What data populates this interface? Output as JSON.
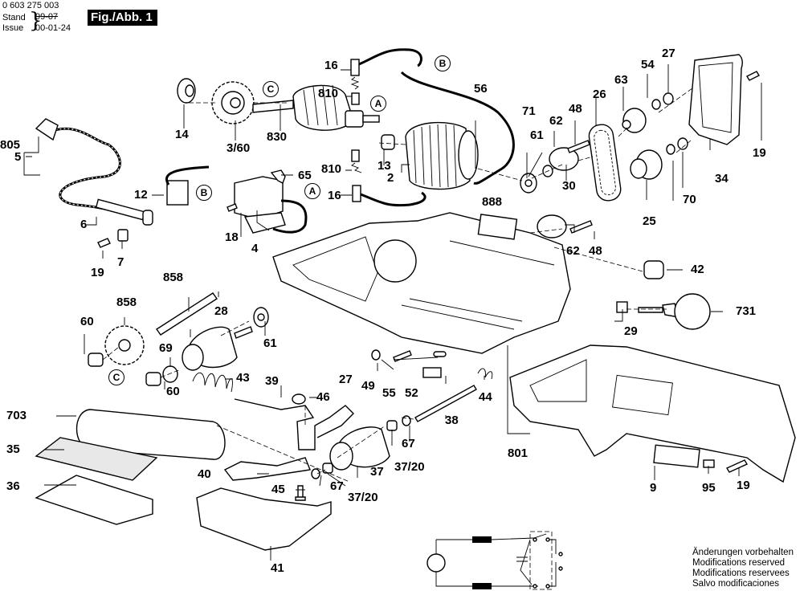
{
  "header": {
    "document_number": "0 603 275 003",
    "stand_label": "Stand",
    "issue_label": "Issue",
    "stand_value": "99-07",
    "issue_value": "00-01-24",
    "figure_label": "Fig./Abb. 1"
  },
  "reference_markers": [
    "A",
    "B",
    "C"
  ],
  "part_labels": [
    {
      "id": "16",
      "part": "brush holder (upper)"
    },
    {
      "id": "810",
      "part": "carbon brush (upper)"
    },
    {
      "id": "14",
      "part": "ball bearing"
    },
    {
      "id": "3/60",
      "part": "fan"
    },
    {
      "id": "830",
      "part": "armature"
    },
    {
      "id": "56",
      "part": "cable"
    },
    {
      "id": "71",
      "part": "cable"
    },
    {
      "id": "13",
      "part": "bearing sleeve"
    },
    {
      "id": "810",
      "part": "carbon brush (lower)"
    },
    {
      "id": "2",
      "part": "field"
    },
    {
      "id": "16",
      "part": "brush holder (lower)"
    },
    {
      "id": "805",
      "part": "power cord"
    },
    {
      "id": "5",
      "part": "cable with plug"
    },
    {
      "id": "12",
      "part": "suppressor capacitor"
    },
    {
      "id": "65",
      "part": "switch lever"
    },
    {
      "id": "18",
      "part": "screw"
    },
    {
      "id": "4",
      "part": "switch"
    },
    {
      "id": "6",
      "part": "cable sleeve"
    },
    {
      "id": "19",
      "part": "screw"
    },
    {
      "id": "7",
      "part": "cable clamp"
    },
    {
      "id": "61",
      "part": "ball bearing"
    },
    {
      "id": "62",
      "part": "bearing flange"
    },
    {
      "id": "30",
      "part": "washer"
    },
    {
      "id": "888",
      "part": "label"
    },
    {
      "id": "48",
      "part": "screw"
    },
    {
      "id": "26",
      "part": "toothed belt"
    },
    {
      "id": "63",
      "part": "pulley"
    },
    {
      "id": "54",
      "part": "washer"
    },
    {
      "id": "27",
      "part": "nut"
    },
    {
      "id": "25",
      "part": "toothed pulley"
    },
    {
      "id": "70",
      "part": "nut"
    },
    {
      "id": "34",
      "part": "belt cover"
    },
    {
      "id": "19",
      "part": "screw"
    },
    {
      "id": "62",
      "part": "bearing flange"
    },
    {
      "id": "48",
      "part": "screw"
    },
    {
      "id": "42",
      "part": "adjusting knob"
    },
    {
      "id": "731",
      "part": "auxiliary handle"
    },
    {
      "id": "29",
      "part": "square nut"
    },
    {
      "id": "858",
      "part": "shaft"
    },
    {
      "id": "858",
      "part": "bevel gear"
    },
    {
      "id": "60",
      "part": "needle sleeve"
    },
    {
      "id": "28",
      "part": "drive roller"
    },
    {
      "id": "61",
      "part": "ball bearing"
    },
    {
      "id": "69",
      "part": "bearing"
    },
    {
      "id": "60",
      "part": "needle sleeve"
    },
    {
      "id": "43",
      "part": "spring"
    },
    {
      "id": "39",
      "part": "tension lever"
    },
    {
      "id": "46",
      "part": "cap"
    },
    {
      "id": "27",
      "part": "nut"
    },
    {
      "id": "49",
      "part": "screw"
    },
    {
      "id": "55",
      "part": "pin"
    },
    {
      "id": "52",
      "part": "pad"
    },
    {
      "id": "44",
      "part": "spring"
    },
    {
      "id": "38",
      "part": "threaded rod"
    },
    {
      "id": "801",
      "part": "housing"
    },
    {
      "id": "703",
      "part": "sanding belt"
    },
    {
      "id": "35",
      "part": "platen pad"
    },
    {
      "id": "36",
      "part": "platen"
    },
    {
      "id": "40",
      "part": "lever"
    },
    {
      "id": "45",
      "part": "bolt"
    },
    {
      "id": "67",
      "part": "washer"
    },
    {
      "id": "37",
      "part": "idler roller"
    },
    {
      "id": "37/20",
      "part": "needle bearing"
    },
    {
      "id": "67",
      "part": "washer"
    },
    {
      "id": "37/20",
      "part": "needle bearing"
    },
    {
      "id": "41",
      "part": "dust adapter"
    },
    {
      "id": "9",
      "part": "nameplate"
    },
    {
      "id": "95",
      "part": "label"
    },
    {
      "id": "19",
      "part": "screw"
    }
  ],
  "circuit": {
    "components": [
      "motor",
      "field coil (upper)",
      "field coil (lower)",
      "capacitor",
      "switch"
    ]
  },
  "notes": [
    "Änderungen vorbehalten",
    "Modifications reserved",
    "Modifications reservees",
    "Salvo modificaciones"
  ]
}
